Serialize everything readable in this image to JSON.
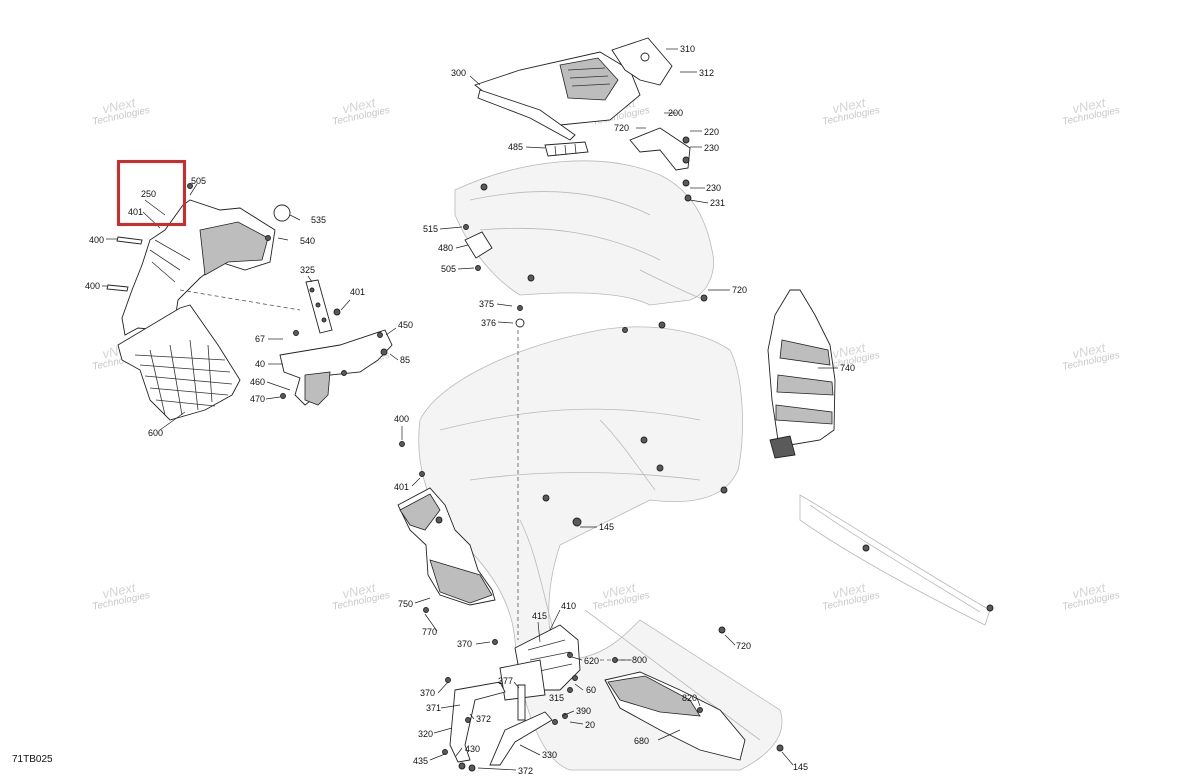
{
  "figure_code": "71TB025",
  "watermark": {
    "line1": "vNext",
    "line2": "Technologies",
    "full": "vNext Technologies"
  },
  "highlight_color": "#d62828",
  "part_labels": {
    "p20": "20",
    "p40": "40",
    "p60": "60",
    "p67": "67",
    "p85": "85",
    "p145": "145",
    "p200": "200",
    "p220": "220",
    "p230": "230",
    "p231": "231",
    "p250": "250",
    "p300": "300",
    "p310": "310",
    "p312": "312",
    "p315": "315",
    "p320": "320",
    "p325": "325",
    "p330": "330",
    "p370": "370",
    "p371": "371",
    "p372": "372",
    "p375": "375",
    "p376": "376",
    "p377": "377",
    "p390": "390",
    "p400": "400",
    "p401": "401",
    "p410": "410",
    "p415": "415",
    "p430": "430",
    "p435": "435",
    "p450": "450",
    "p460": "460",
    "p470": "470",
    "p480": "480",
    "p485": "485",
    "p505": "505",
    "p515": "515",
    "p535": "535",
    "p540": "540",
    "p600": "600",
    "p620": "620",
    "p680": "680",
    "p720": "720",
    "p740": "740",
    "p750": "750",
    "p770": "770",
    "p800": "800",
    "p820": "820"
  }
}
